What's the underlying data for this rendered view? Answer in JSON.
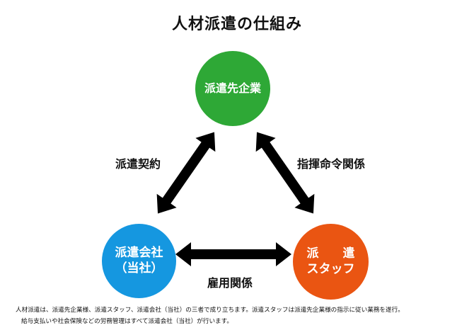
{
  "title": "人材派遣の仕組み",
  "nodes": {
    "client": {
      "label": "派遣先企業",
      "color": "#2ea836"
    },
    "agency": {
      "line1": "派遣会社",
      "line2": "（当社）",
      "color": "#1597e0"
    },
    "staff": {
      "line1": "派　　遣",
      "line2": "スタッフ",
      "color": "#ea5512"
    }
  },
  "relations": {
    "dispatch_contract": "派遣契約",
    "command_relation": "指揮命令関係",
    "employment_relation": "雇用関係"
  },
  "notes": {
    "line1": "人材派遣は、派遣先企業様、派遣スタッフ、派遣会社（当社）の三者で成り立ちます。派遣スタッフは派遣先企業様の指示に従い業務を遂行。",
    "line2": "給与支払いや社会保険などの労務管理はすべて派遣会社（当社）が行います。"
  }
}
